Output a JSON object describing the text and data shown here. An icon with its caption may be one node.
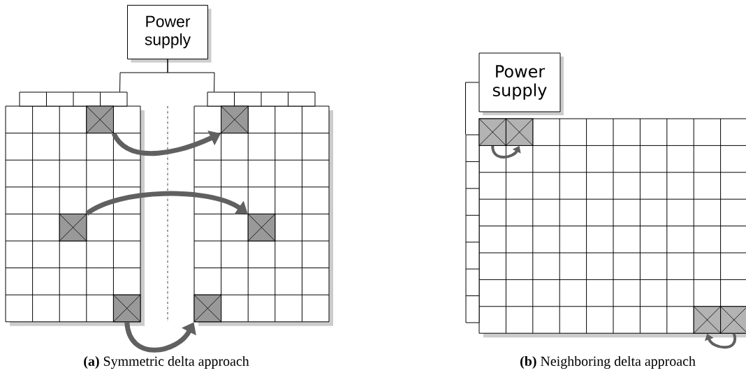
{
  "diagram": {
    "nodes": [
      {
        "text": [
          "Power supply"
        ]
      },
      {
        "text": [],
        "shape": "bar"
      },
      {
        "text": [],
        "shape": "bar"
      },
      {
        "text": [],
        "shape": "box"
      },
      {
        "text": [],
        "shape": "box"
      },
      {
        "text": [],
        "shape": "box"
      },
      {
        "text": [],
        "shape": "box"
      },
      {
        "text": [],
        "shape": "box"
      },
      {
        "text": [],
        "shape": "box"
      },
      {
        "text": [
          "Power supply"
        ]
      },
      {
        "text": [],
        "shape": "bar"
      },
      {
        "text": [],
        "shape": "box"
      },
      {
        "text": [],
        "shape": "box"
      },
      {
        "text": [],
        "shape": "box"
      },
      {
        "text": [],
        "shape": "box"
      }
    ],
    "edges": [
      {
        "from": 0,
        "to": 1,
        "arrow": "none",
        "color": "#000000"
      },
      {
        "from": 0,
        "to": 2,
        "arrow": "none",
        "color": "#000000"
      },
      {
        "from": 3,
        "to": 4,
        "arrow": "to"
      },
      {
        "from": 5,
        "to": 6,
        "arrow": "to"
      },
      {
        "from": 7,
        "to": 8,
        "arrow": "to"
      },
      {
        "from": 9,
        "to": 10,
        "arrow": "none",
        "color": "#000000"
      },
      {
        "from": 11,
        "to": 12,
        "arrow": "to"
      },
      {
        "from": 14,
        "to": 13,
        "arrow": "to"
      }
    ],
    "labels": [
      "**(a)** Symmetric delta approach",
      "**(b)** Neighboring delta approach"
    ]
  }
}
